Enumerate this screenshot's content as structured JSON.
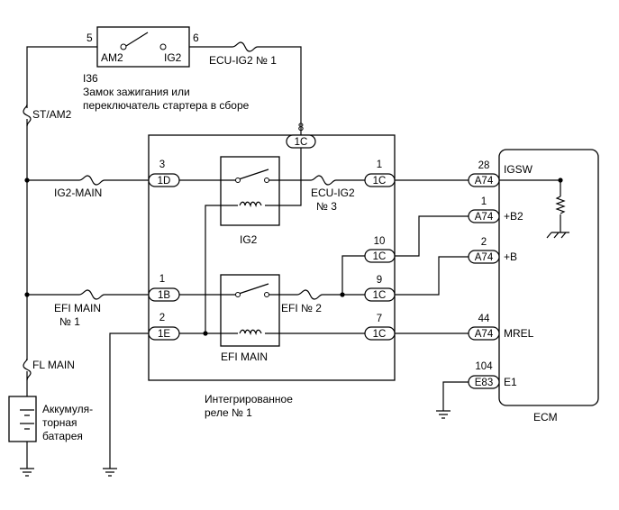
{
  "switch": {
    "id": "I36",
    "pin_left": "5",
    "pin_right": "6",
    "term_left": "AM2",
    "term_right": "IG2",
    "name_line1": "Замок зажигания или",
    "name_line2": "переключатель стартера в сборе"
  },
  "fuses": {
    "ecu_ig2_1": "ECU-IG2 № 1",
    "st_am2": "ST/AM2",
    "ig2_main": "IG2-MAIN",
    "efi_main1_a": "EFI MAIN",
    "efi_main1_b": "№ 1",
    "fl_main": "FL MAIN",
    "ecu_ig2_3_a": "ECU-IG2",
    "ecu_ig2_3_b": "№ 3",
    "efi_2": "EFI № 2"
  },
  "battery": {
    "line1": "Аккумуля-",
    "line2": "торная",
    "line3": "батарея"
  },
  "relay_block": {
    "name_line1": "Интегрированное",
    "name_line2": "реле № 1",
    "relay_ig2": "IG2",
    "relay_efi": "EFI MAIN",
    "connectors": [
      {
        "label": "1C",
        "pin": "8"
      },
      {
        "label": "1D",
        "pin": "3"
      },
      {
        "label": "1C",
        "pin": "1"
      },
      {
        "label": "1C",
        "pin": "10"
      },
      {
        "label": "1B",
        "pin": "1"
      },
      {
        "label": "1C",
        "pin": "9"
      },
      {
        "label": "1E",
        "pin": "2"
      },
      {
        "label": "1C",
        "pin": "7"
      }
    ]
  },
  "ecm": {
    "name": "ECM",
    "pins": [
      {
        "conn": "A74",
        "pin": "28",
        "signal": "IGSW"
      },
      {
        "conn": "A74",
        "pin": "1",
        "signal": "+B2"
      },
      {
        "conn": "A74",
        "pin": "2",
        "signal": "+B"
      },
      {
        "conn": "A74",
        "pin": "44",
        "signal": "MREL"
      },
      {
        "conn": "E83",
        "pin": "104",
        "signal": "E1"
      }
    ]
  }
}
